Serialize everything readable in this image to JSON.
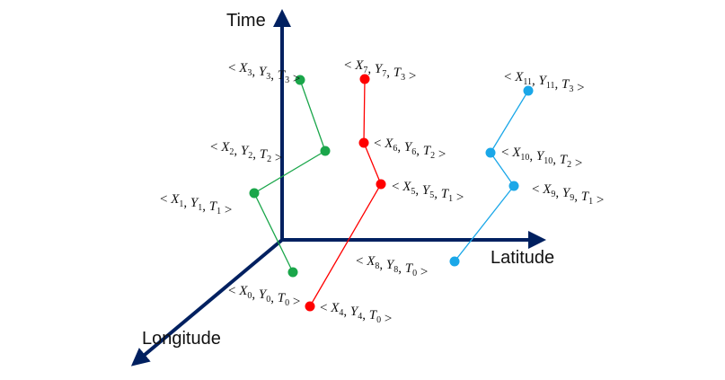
{
  "axes": {
    "time": "Time",
    "latitude": "Latitude",
    "longitude": "Longitude",
    "color": "#002060"
  },
  "series": [
    {
      "color": "#1aa64a",
      "points": [
        {
          "X": "0",
          "Y": "0",
          "T": "0"
        },
        {
          "X": "1",
          "Y": "1",
          "T": "1"
        },
        {
          "X": "2",
          "Y": "2",
          "T": "2"
        },
        {
          "X": "3",
          "Y": "3",
          "T": "3"
        }
      ]
    },
    {
      "color": "#ff0000",
      "points": [
        {
          "X": "4",
          "Y": "4",
          "T": "0"
        },
        {
          "X": "5",
          "Y": "5",
          "T": "1"
        },
        {
          "X": "6",
          "Y": "6",
          "T": "2"
        },
        {
          "X": "7",
          "Y": "7",
          "T": "3"
        }
      ]
    },
    {
      "color": "#1aa7e8",
      "points": [
        {
          "X": "8",
          "Y": "8",
          "T": "0"
        },
        {
          "X": "9",
          "Y": "9",
          "T": "1"
        },
        {
          "X": "10",
          "Y": "10",
          "T": "2"
        },
        {
          "X": "11",
          "Y": "11",
          "T": "3"
        }
      ]
    }
  ]
}
